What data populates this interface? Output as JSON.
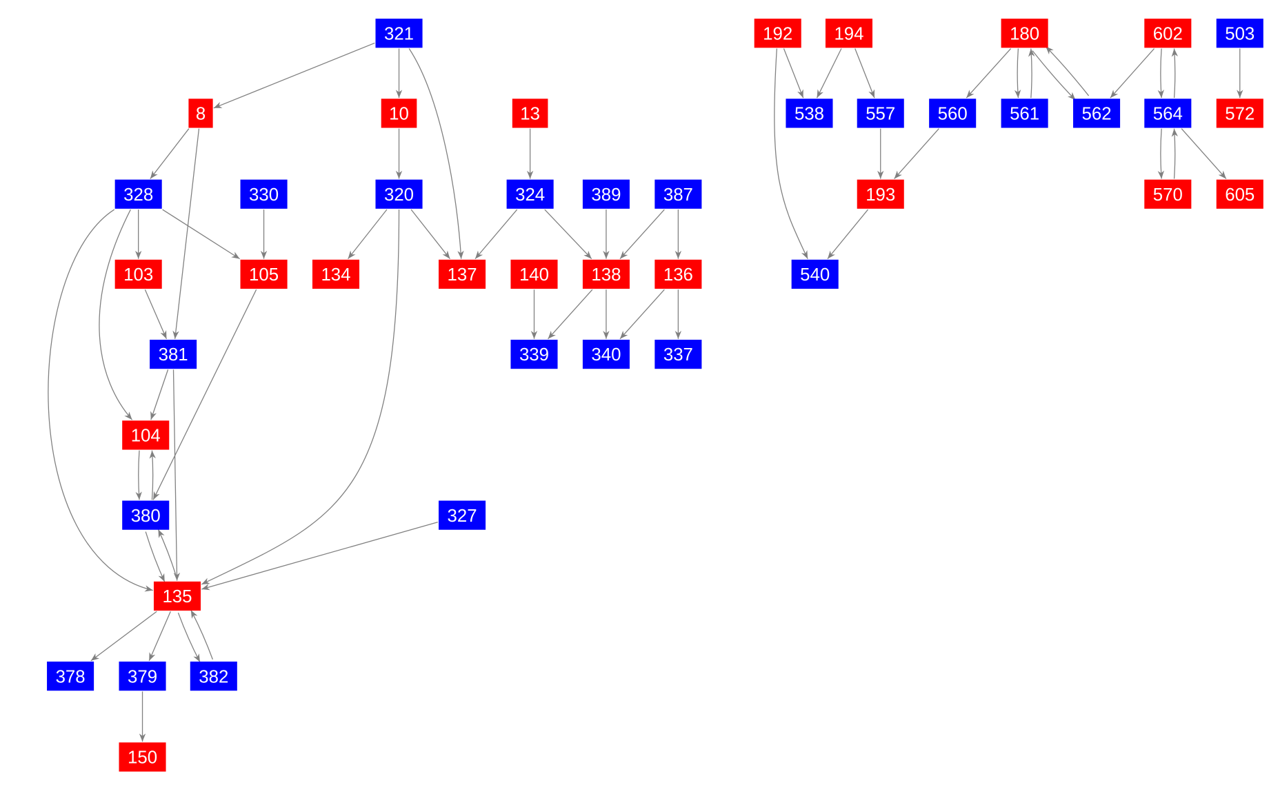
{
  "colors": {
    "red": "#ff0000",
    "blue": "#0000ff",
    "edge": "#808080"
  },
  "nodes": [
    {
      "id": "321",
      "color": "blue"
    },
    {
      "id": "8",
      "color": "red"
    },
    {
      "id": "10",
      "color": "red"
    },
    {
      "id": "13",
      "color": "red"
    },
    {
      "id": "328",
      "color": "blue"
    },
    {
      "id": "330",
      "color": "blue"
    },
    {
      "id": "320",
      "color": "blue"
    },
    {
      "id": "324",
      "color": "blue"
    },
    {
      "id": "389",
      "color": "blue"
    },
    {
      "id": "387",
      "color": "blue"
    },
    {
      "id": "103",
      "color": "red"
    },
    {
      "id": "105",
      "color": "red"
    },
    {
      "id": "134",
      "color": "red"
    },
    {
      "id": "137",
      "color": "red"
    },
    {
      "id": "140",
      "color": "red"
    },
    {
      "id": "138",
      "color": "red"
    },
    {
      "id": "136",
      "color": "red"
    },
    {
      "id": "381",
      "color": "blue"
    },
    {
      "id": "339",
      "color": "blue"
    },
    {
      "id": "340",
      "color": "blue"
    },
    {
      "id": "337",
      "color": "blue"
    },
    {
      "id": "104",
      "color": "red"
    },
    {
      "id": "380",
      "color": "blue"
    },
    {
      "id": "327",
      "color": "blue"
    },
    {
      "id": "135",
      "color": "red"
    },
    {
      "id": "378",
      "color": "blue"
    },
    {
      "id": "379",
      "color": "blue"
    },
    {
      "id": "382",
      "color": "blue"
    },
    {
      "id": "150",
      "color": "red"
    },
    {
      "id": "192",
      "color": "red"
    },
    {
      "id": "194",
      "color": "red"
    },
    {
      "id": "180",
      "color": "red"
    },
    {
      "id": "602",
      "color": "red"
    },
    {
      "id": "503",
      "color": "blue"
    },
    {
      "id": "538",
      "color": "blue"
    },
    {
      "id": "557",
      "color": "blue"
    },
    {
      "id": "560",
      "color": "blue"
    },
    {
      "id": "561",
      "color": "blue"
    },
    {
      "id": "562",
      "color": "blue"
    },
    {
      "id": "564",
      "color": "blue"
    },
    {
      "id": "572",
      "color": "red"
    },
    {
      "id": "193",
      "color": "red"
    },
    {
      "id": "570",
      "color": "red"
    },
    {
      "id": "605",
      "color": "red"
    },
    {
      "id": "540",
      "color": "blue"
    }
  ],
  "edges": [
    [
      "321",
      "8"
    ],
    [
      "321",
      "10"
    ],
    [
      "321",
      "137"
    ],
    [
      "10",
      "320"
    ],
    [
      "13",
      "324"
    ],
    [
      "8",
      "328"
    ],
    [
      "8",
      "381"
    ],
    [
      "328",
      "103"
    ],
    [
      "328",
      "105"
    ],
    [
      "328",
      "104"
    ],
    [
      "328",
      "135"
    ],
    [
      "330",
      "105"
    ],
    [
      "320",
      "134"
    ],
    [
      "320",
      "137"
    ],
    [
      "320",
      "135"
    ],
    [
      "324",
      "137"
    ],
    [
      "324",
      "138"
    ],
    [
      "389",
      "138"
    ],
    [
      "387",
      "138"
    ],
    [
      "387",
      "136"
    ],
    [
      "103",
      "381"
    ],
    [
      "105",
      "380"
    ],
    [
      "381",
      "104"
    ],
    [
      "381",
      "135"
    ],
    [
      "104",
      "380"
    ],
    [
      "380",
      "104"
    ],
    [
      "380",
      "135"
    ],
    [
      "135",
      "380"
    ],
    [
      "327",
      "135"
    ],
    [
      "135",
      "378"
    ],
    [
      "135",
      "379"
    ],
    [
      "135",
      "382"
    ],
    [
      "382",
      "135"
    ],
    [
      "379",
      "150"
    ],
    [
      "140",
      "339"
    ],
    [
      "138",
      "339"
    ],
    [
      "138",
      "340"
    ],
    [
      "136",
      "340"
    ],
    [
      "136",
      "337"
    ],
    [
      "192",
      "538"
    ],
    [
      "192",
      "540"
    ],
    [
      "194",
      "538"
    ],
    [
      "194",
      "557"
    ],
    [
      "557",
      "193"
    ],
    [
      "560",
      "193"
    ],
    [
      "193",
      "540"
    ],
    [
      "180",
      "560"
    ],
    [
      "180",
      "561"
    ],
    [
      "561",
      "180"
    ],
    [
      "180",
      "562"
    ],
    [
      "562",
      "180"
    ],
    [
      "602",
      "562"
    ],
    [
      "602",
      "564"
    ],
    [
      "564",
      "602"
    ],
    [
      "564",
      "570"
    ],
    [
      "570",
      "564"
    ],
    [
      "564",
      "605"
    ],
    [
      "503",
      "572"
    ]
  ]
}
